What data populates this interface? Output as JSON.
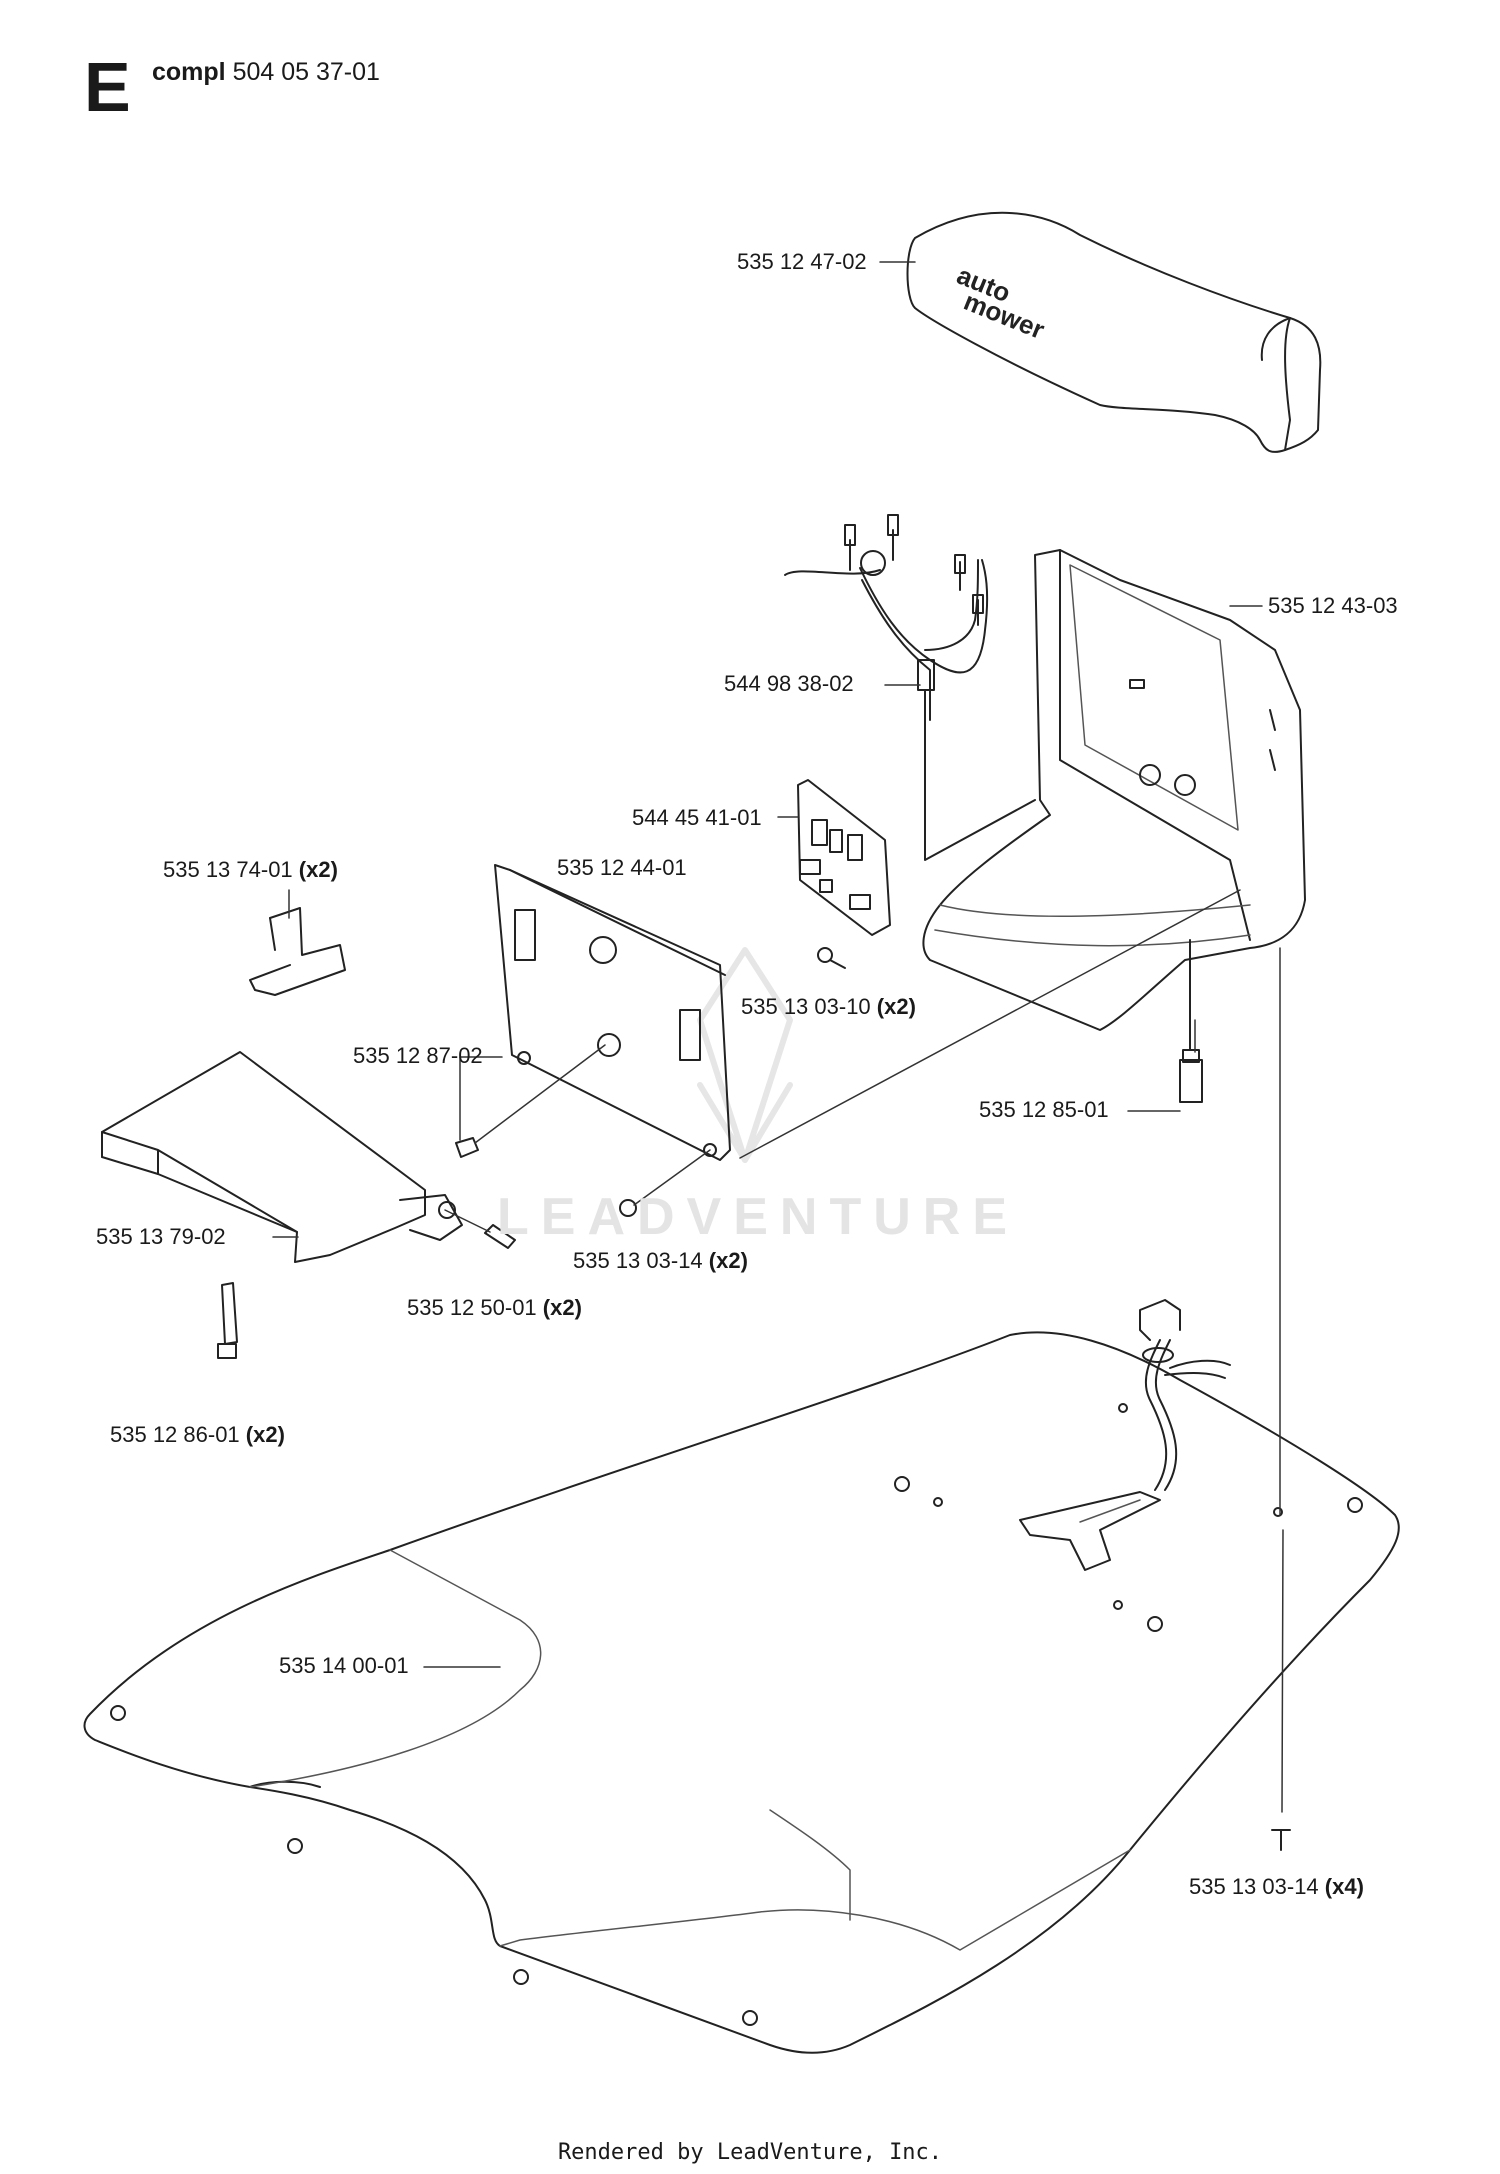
{
  "header": {
    "section_letter": "E",
    "kit_label": "compl",
    "kit_number": "504 05 37-01"
  },
  "parts": [
    {
      "id": "cover",
      "number": "535 12 47-02",
      "qty": ""
    },
    {
      "id": "housing",
      "number": "535 12 43-03",
      "qty": ""
    },
    {
      "id": "wire-harness",
      "number": "544 98 38-02",
      "qty": ""
    },
    {
      "id": "circuit-board",
      "number": "544 45 41-01",
      "qty": ""
    },
    {
      "id": "plate",
      "number": "535 12 44-01",
      "qty": ""
    },
    {
      "id": "clip",
      "number": "535 13 74-01",
      "qty": "(x2)"
    },
    {
      "id": "board-screw",
      "number": "535 13 03-10",
      "qty": "(x2)"
    },
    {
      "id": "pin",
      "number": "535 12 87-02",
      "qty": ""
    },
    {
      "id": "connector",
      "number": "535 12 85-01",
      "qty": ""
    },
    {
      "id": "cable-cover",
      "number": "535 13 79-02",
      "qty": ""
    },
    {
      "id": "plate-screw",
      "number": "535 13 03-14",
      "qty": "(x2)"
    },
    {
      "id": "spacer",
      "number": "535 12 50-01",
      "qty": "(x2)"
    },
    {
      "id": "strap",
      "number": "535 12 86-01",
      "qty": "(x2)"
    },
    {
      "id": "base-screw",
      "number": "535 13 03-14",
      "qty": "(x4)"
    },
    {
      "id": "base-plate",
      "number": "535 14 00-01",
      "qty": ""
    }
  ],
  "logo": {
    "text": "auto mower"
  },
  "watermark": "LEADVENTURE",
  "footer": "Rendered by LeadVenture, Inc."
}
